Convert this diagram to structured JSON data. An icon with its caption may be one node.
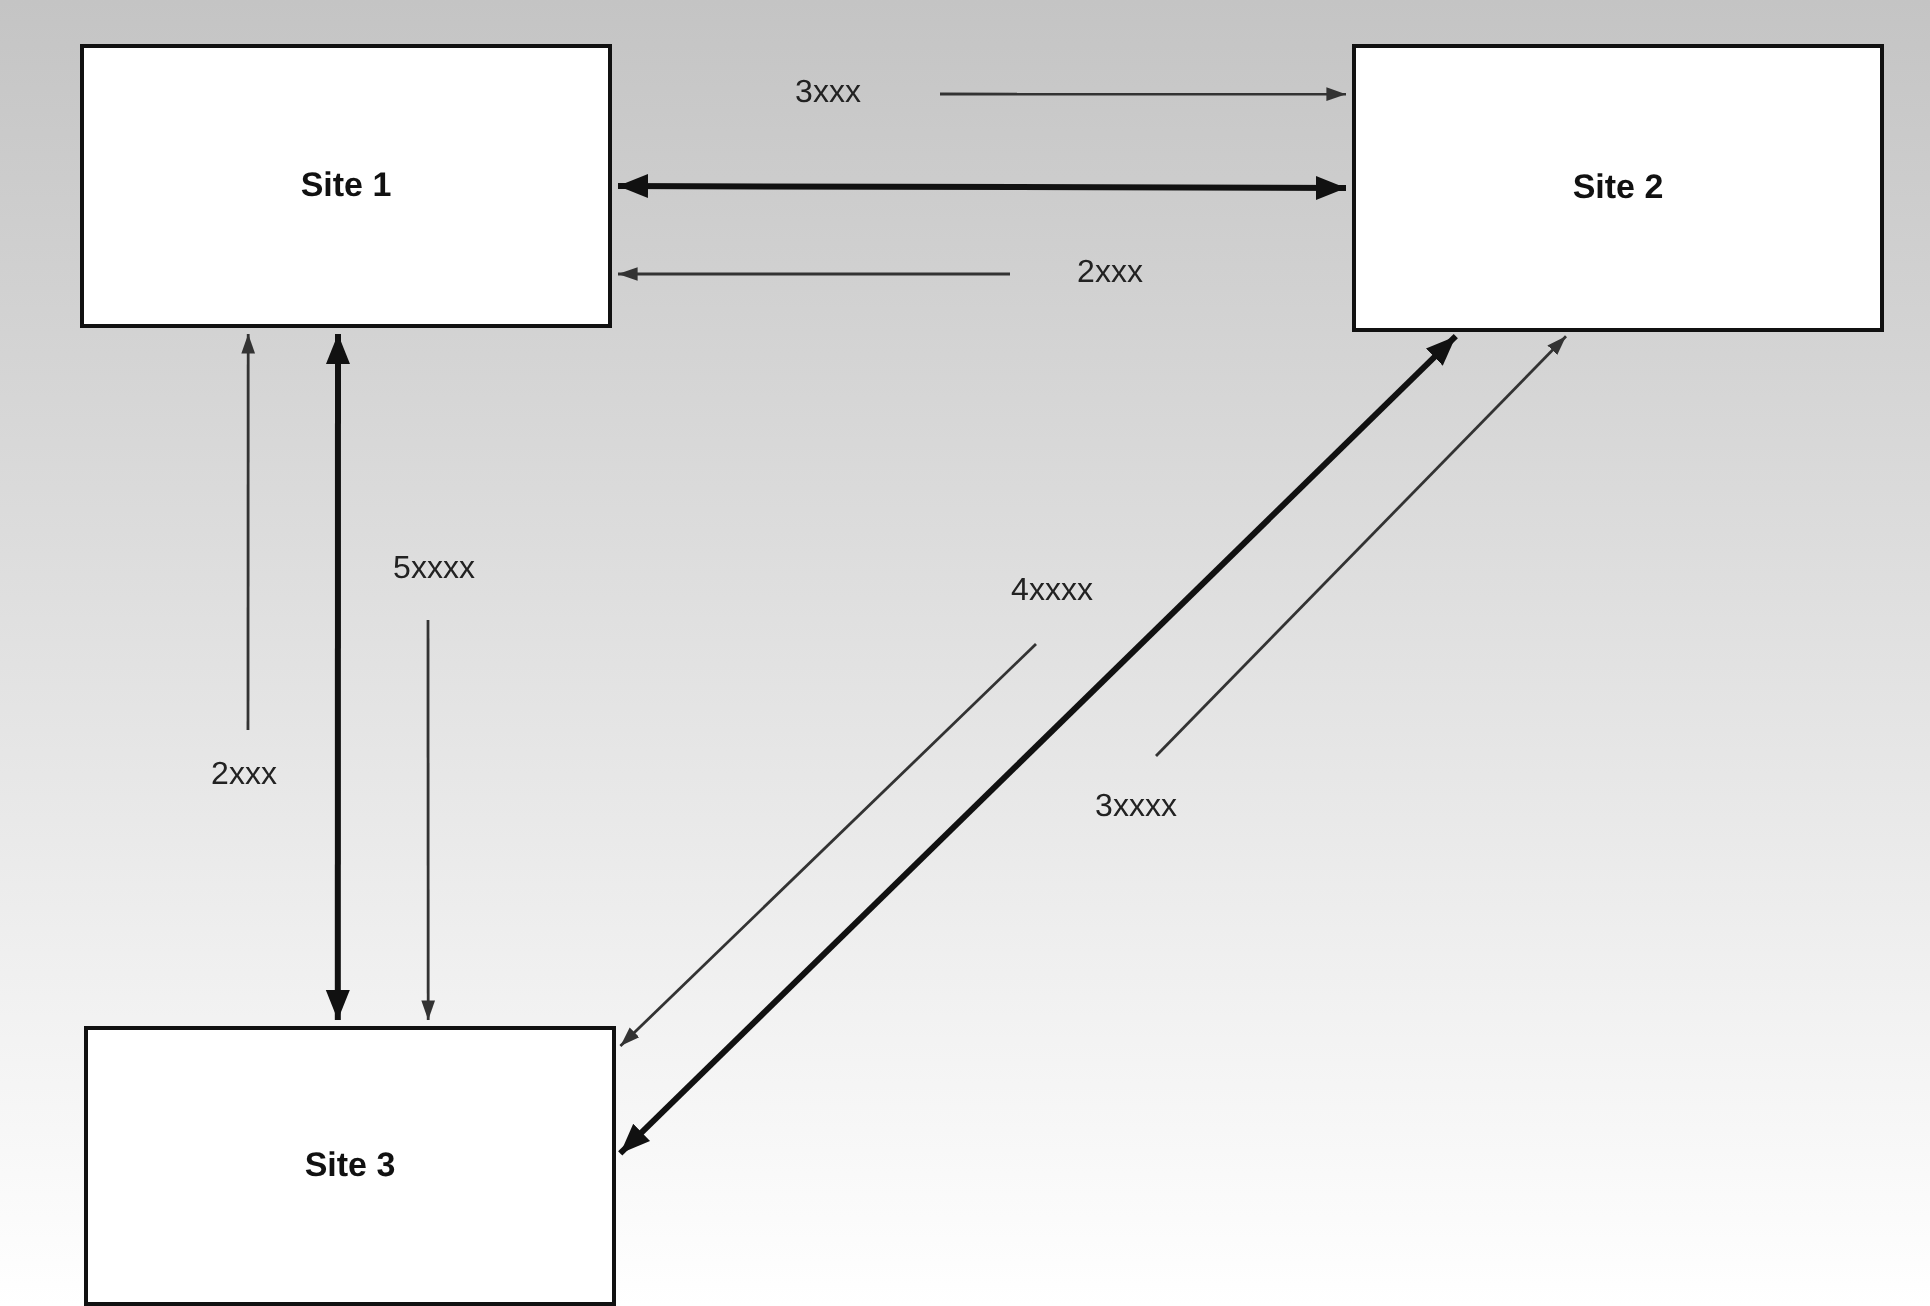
{
  "diagram": {
    "nodes": [
      {
        "text": [
          "Site 1"
        ]
      },
      {
        "text": [
          "Site 2"
        ]
      },
      {
        "text": [
          "Site 3"
        ]
      }
    ],
    "edges": [
      {
        "from": 0,
        "to": 1,
        "arrow": "both",
        "style": "thick"
      },
      {
        "from": 0,
        "to": 2,
        "arrow": "both",
        "style": "thick"
      },
      {
        "from": 1,
        "to": 2,
        "arrow": "both",
        "style": "thick"
      },
      {
        "from": null,
        "to": 1,
        "arrow": "to",
        "label": "3xxx"
      },
      {
        "from": null,
        "to": 0,
        "arrow": "to",
        "label": "2xxx"
      },
      {
        "from": null,
        "to": 2,
        "arrow": "to",
        "label": "5xxxx"
      },
      {
        "from": null,
        "to": 2,
        "arrow": "to",
        "label": "4xxxx"
      },
      {
        "from": null,
        "to": 0,
        "arrow": "to",
        "label": "2xxx"
      },
      {
        "from": null,
        "to": 1,
        "arrow": "to",
        "label": "3xxxx"
      }
    ]
  }
}
